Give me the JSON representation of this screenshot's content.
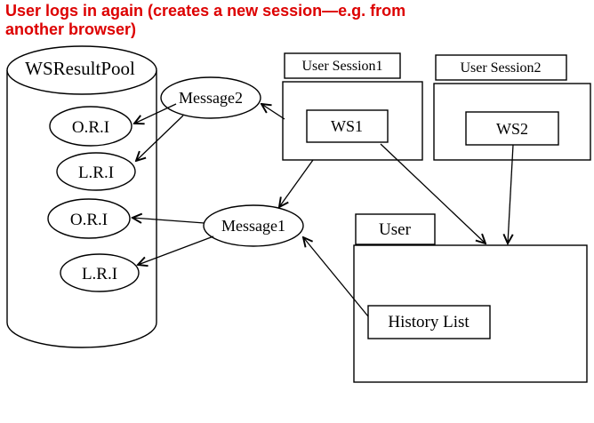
{
  "title": {
    "line1": "User logs in again (creates a new session—e.g. from",
    "line2": "another browser)",
    "color": "#dd0000"
  },
  "pool": {
    "label": "WSResultPool",
    "items": [
      {
        "label": "O.R.I"
      },
      {
        "label": "L.R.I"
      },
      {
        "label": "O.R.I"
      },
      {
        "label": "L.R.I"
      }
    ]
  },
  "messages": {
    "message2": "Message2",
    "message1": "Message1"
  },
  "sessions": [
    {
      "title": "User Session1",
      "ws": "WS1"
    },
    {
      "title": "User Session2",
      "ws": "WS2"
    }
  ],
  "user": {
    "title": "User",
    "history": "History List"
  }
}
